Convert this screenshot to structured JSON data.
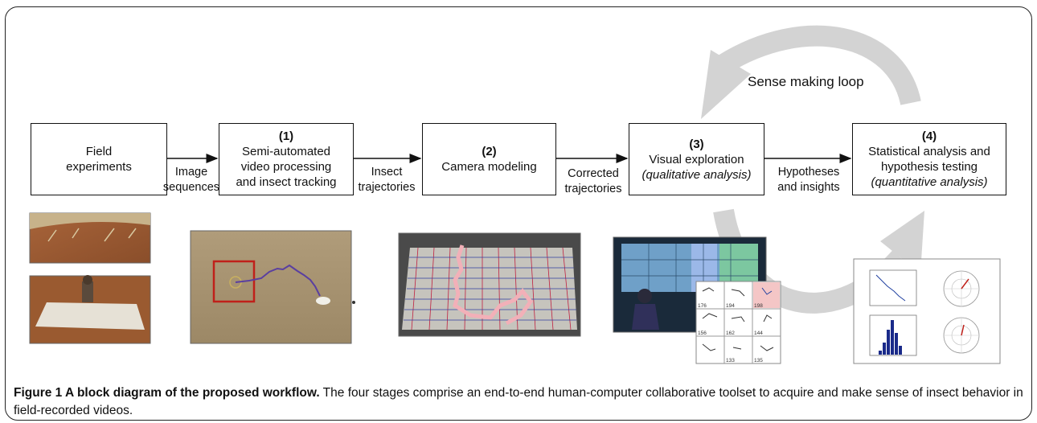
{
  "loop_label": "Sense making loop",
  "boxes": {
    "field": {
      "line1": "Field",
      "line2": "experiments"
    },
    "tracking": {
      "num": "(1)",
      "line1": "Semi-automated",
      "line2": "video processing",
      "line3": "and insect tracking"
    },
    "camera": {
      "num": "(2)",
      "line1": "Camera modeling"
    },
    "visual": {
      "num": "(3)",
      "line1": "Visual exploration",
      "line2": "(qualitative analysis)"
    },
    "stats": {
      "num": "(4)",
      "line1": "Statistical analysis and",
      "line2": "hypothesis testing",
      "line3": "(quantitative analysis)"
    }
  },
  "edges": {
    "e1": {
      "line1": "Image",
      "line2": "sequences"
    },
    "e2": {
      "line1": "Insect",
      "line2": "trajectories"
    },
    "e3": {
      "line1": "Corrected",
      "line2": "trajectories"
    },
    "e4": {
      "line1": "Hypotheses",
      "line2": "and insights"
    }
  },
  "grid_labels": [
    "176",
    "194",
    "198",
    "156",
    "162",
    "144",
    "133",
    "135"
  ],
  "caption": {
    "title": "Figure 1 A block diagram of the proposed workflow.",
    "body": " The four stages comprise an end-to-end human-computer collaborative toolset to acquire and make sense of insect behavior in field-recorded videos."
  },
  "colors": {
    "loop_arrow": "#d3d3d3",
    "tracking_box": "#c0201a",
    "trajectory": "#5a3fa0",
    "grid_lines": "#c02040"
  }
}
